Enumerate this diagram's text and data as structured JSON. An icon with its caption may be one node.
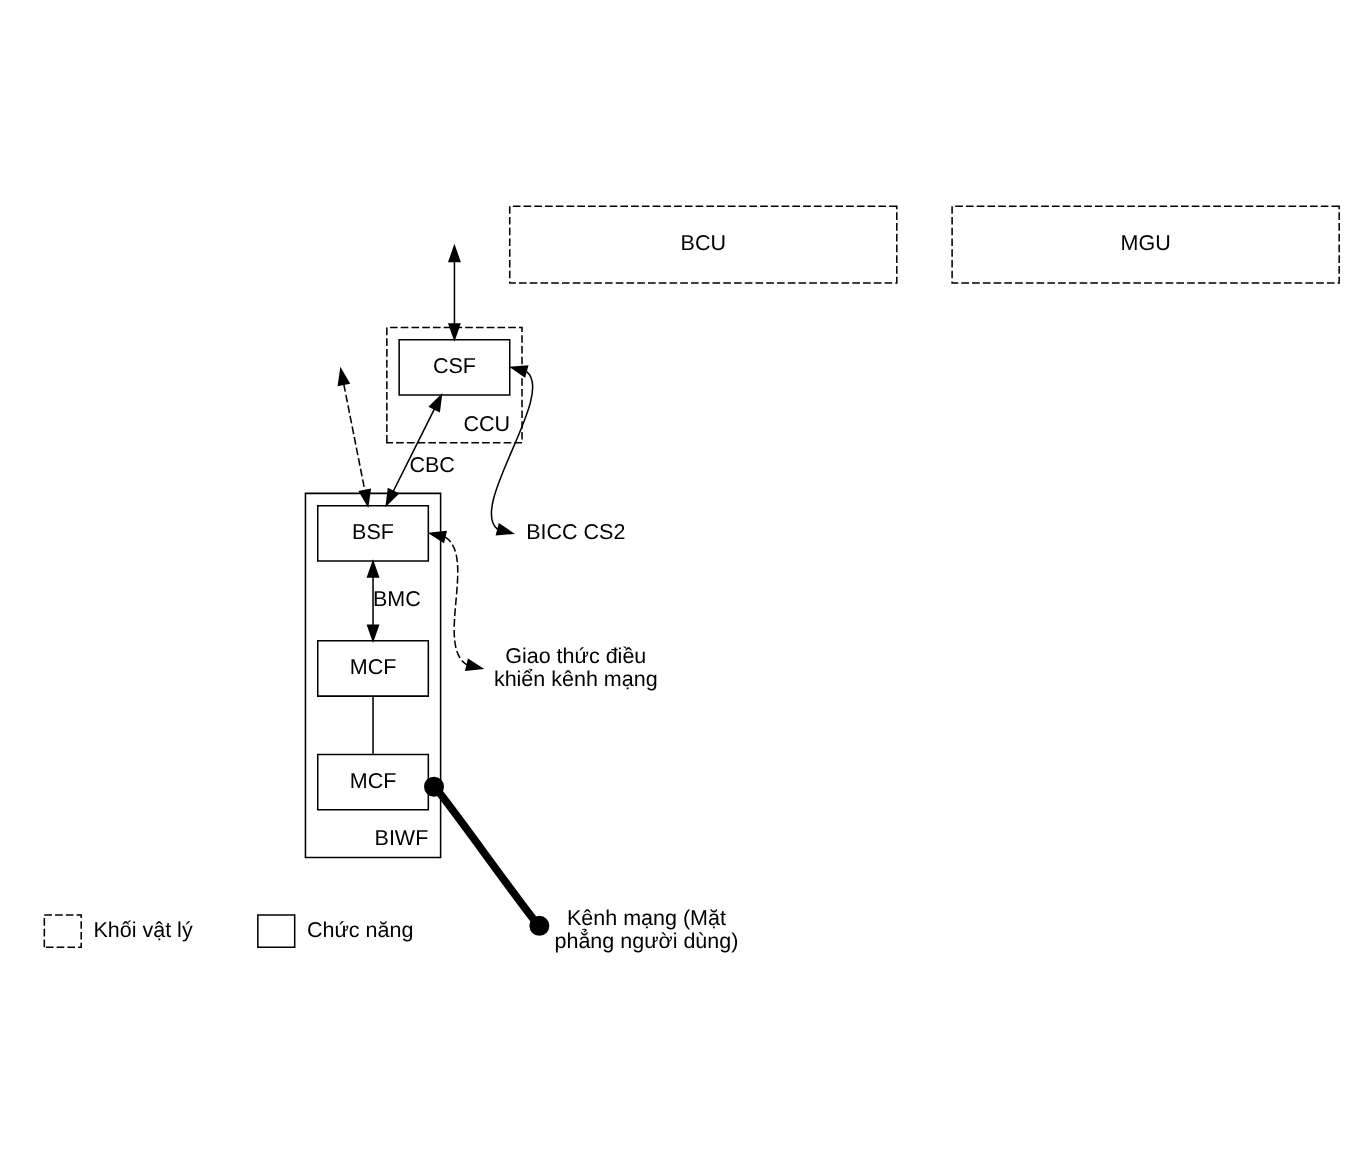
{
  "diagram": {
    "nodes": [
      {
        "text": [
          "CCU"
        ]
      },
      {
        "text": [
          "CSF"
        ],
        "in": 0
      },
      {
        "text": [
          "BICC CS2"
        ]
      },
      {
        "text": [
          "BCU"
        ]
      },
      {
        "text": [
          "BIWF"
        ]
      },
      {
        "text": [
          "BSF"
        ],
        "in": 4
      },
      {
        "text": [
          "Giao thức điều khiển kênh mạng"
        ]
      },
      {
        "text": [
          "MGU"
        ]
      },
      {
        "text": [
          "MCF"
        ],
        "in": 4
      },
      {
        "text": [
          "MCF"
        ],
        "in": 4
      },
      {
        "text": [
          "Kênh mạng (Mặt phẳng người dùng)"
        ]
      }
    ],
    "edges": [
      {
        "from": null,
        "to": 1,
        "arrow": "both"
      },
      {
        "from": 1,
        "to": 2,
        "arrow": "both"
      },
      {
        "from": 1,
        "to": 5,
        "arrow": "both",
        "label": "CBC"
      },
      {
        "from": null,
        "to": 5,
        "arrow": "both",
        "style": "dashed"
      },
      {
        "from": 5,
        "to": 6,
        "arrow": "both",
        "style": "dashed"
      },
      {
        "from": 5,
        "to": 8,
        "arrow": "both",
        "label": "BMC"
      },
      {
        "from": 8,
        "to": 9,
        "arrow": "none"
      },
      {
        "from": 9,
        "to": 10,
        "arrow": "other",
        "style": "thick"
      }
    ],
    "legend": [
      {
        "text": "Khối vật lý"
      },
      {
        "text": "Chức năng"
      }
    ]
  }
}
